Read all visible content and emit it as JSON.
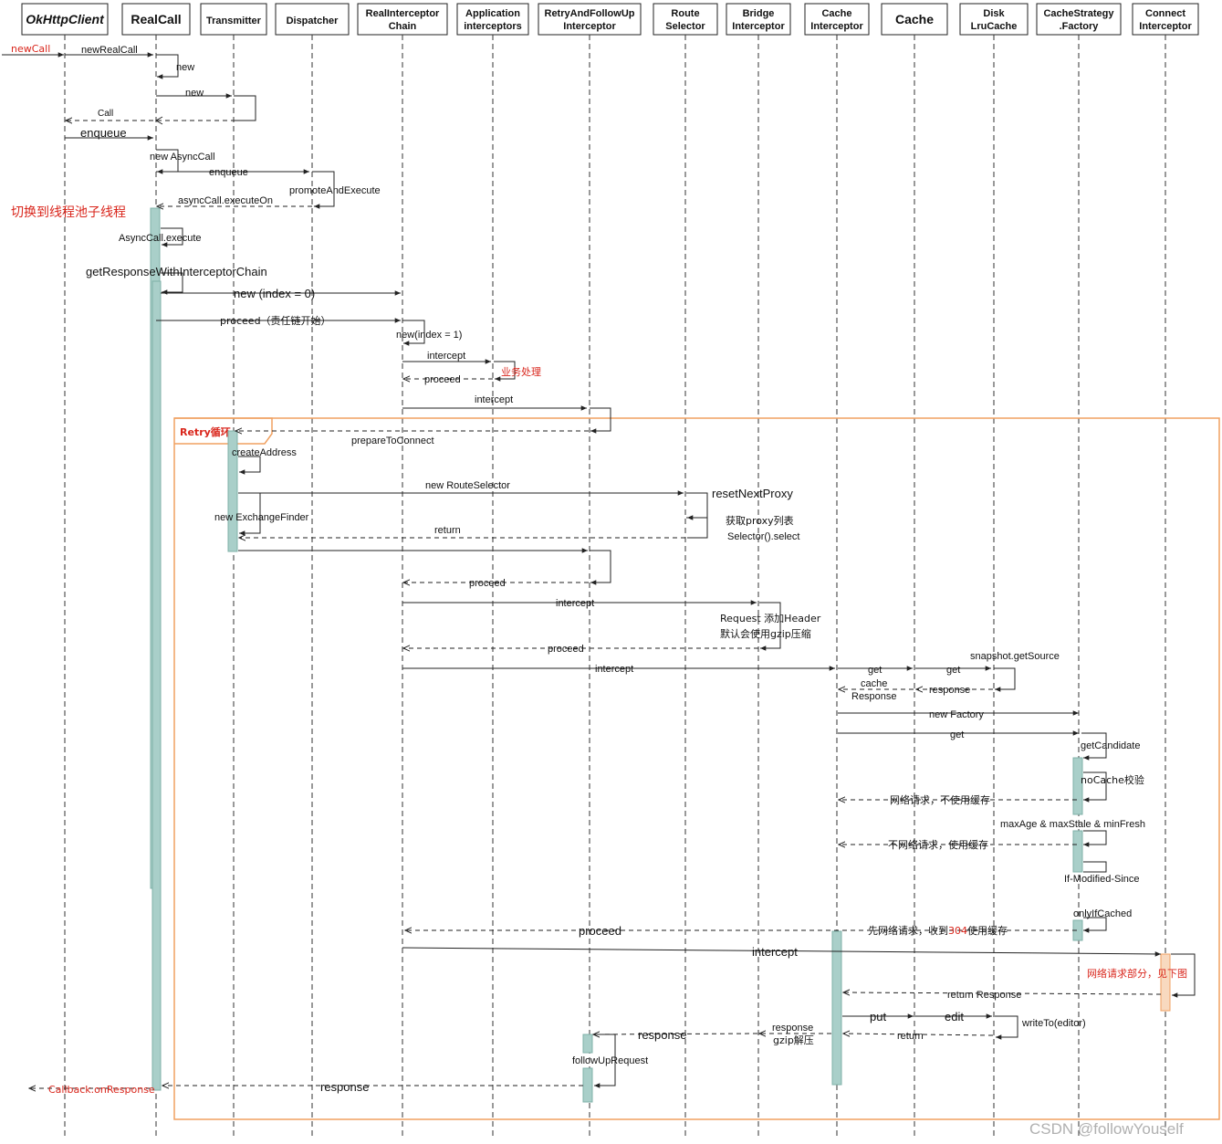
{
  "lifelines": [
    {
      "id": "okhttp",
      "title": "OkHttpClient",
      "style": "italic"
    },
    {
      "id": "realcall",
      "title": "RealCall",
      "style": "big"
    },
    {
      "id": "transmitter",
      "title": "Transmitter",
      "style": "small"
    },
    {
      "id": "dispatcher",
      "title": "Dispatcher",
      "style": "small"
    },
    {
      "id": "chain",
      "title": "RealInterceptor\nChain",
      "style": "small"
    },
    {
      "id": "appint",
      "title": "Application\ninterceptors",
      "style": "small"
    },
    {
      "id": "retry",
      "title": "RetryAndFollowUp\nInterceptor",
      "style": "small"
    },
    {
      "id": "route",
      "title": "Route\nSelector",
      "style": "small"
    },
    {
      "id": "bridge",
      "title": "Bridge\nInterceptor",
      "style": "small"
    },
    {
      "id": "cacheint",
      "title": "Cache\nInterceptor",
      "style": "small"
    },
    {
      "id": "cache",
      "title": "Cache",
      "style": "big"
    },
    {
      "id": "disk",
      "title": "Disk\nLruCache",
      "style": "small"
    },
    {
      "id": "strategy",
      "title": "CacheStrategy\n.Factory",
      "style": "small"
    },
    {
      "id": "connect",
      "title": "Connect\nInterceptor",
      "style": "small"
    }
  ],
  "messages": {
    "newCall": "newCall",
    "newRealCall": "newRealCall",
    "new1": "new",
    "new2": "new",
    "call": "Call",
    "enqueue1": "enqueue",
    "newAsyncCall": "new AsyncCall",
    "enqueue2": "enqueue",
    "promoteAndExecute": "promoteAndExecute",
    "asyncCallExecuteOn": "asyncCall.executeOn",
    "switchThread": "切换到线程池子线程",
    "asyncCallExecute": "AsyncCall.execute",
    "getResponseWithInterceptorChain": "getResponseWithInterceptorChain",
    "newIndex0": "new (index = 0)",
    "proceedStart": "proceed（责任链开始）",
    "newIndex1": "new(index = 1)",
    "intercept1": "intercept",
    "businessProcess": "业务处理",
    "proceed1": "proceed",
    "intercept2": "intercept",
    "retryLoop": "Retry循环",
    "prepareToConnect": "prepareToConnect",
    "createAddress": "createAddress",
    "newRouteSelector": "new RouteSelector",
    "resetNextProxy": "resetNextProxy",
    "getProxyList": "获取proxy列表",
    "selectorSelect": "Selector().select",
    "newExchangeFinder": "new ExchangeFinder",
    "return1": "return",
    "proceed2": "proceed",
    "intercept3": "intercept",
    "requestAddHeader": "Request 添加Header",
    "gzipDefault": "默认会使用gzip压缩",
    "proceed3": "proceed",
    "intercept4": "intercept",
    "snapshotGetSource": "snapshot.getSource",
    "get1": "get",
    "get2": "get",
    "cacheResponse1": "cache",
    "cacheResponse2": "Response",
    "response1": "response",
    "newFactory": "new Factory",
    "get3": "get",
    "getCandidate": "getCandidate",
    "noCacheCheck": "noCache校验",
    "networkNoCache": "网络请求，不使用缓存",
    "maxAgeStale": "maxAge & maxStale & minFresh",
    "noNetworkUseCache": "不网络请求，使用缓存",
    "ifModifiedSince": "If-Modified-Since",
    "onlyIfCached": "onlyIfCached",
    "proceed4": "proceed",
    "networkFirst304": "先网络请求，收到",
    "code304": "304",
    "useCache": "使用缓存",
    "intercept5": "intercept",
    "networkPart": "网络请求部分，见下图",
    "returnResponse": "return Response",
    "put": "put",
    "edit": "edit",
    "writeTo": "writeTo(editor)",
    "return2": "return",
    "response2": "response",
    "responseGzip1": "response",
    "responseGzip2": "gzip解压",
    "followUpRequest": "followUpRequest",
    "response3": "response",
    "callbackOnResponse": "Callback.onResponse"
  },
  "watermark": "CSDN @followYouself",
  "colors": {
    "activation": "#a9cfc9",
    "activationBorder": "#7fb0a8",
    "retryBox": "#f0a060",
    "orangeActivation": "#f8d9bf",
    "red": "#d9261c",
    "line": "#222222"
  }
}
